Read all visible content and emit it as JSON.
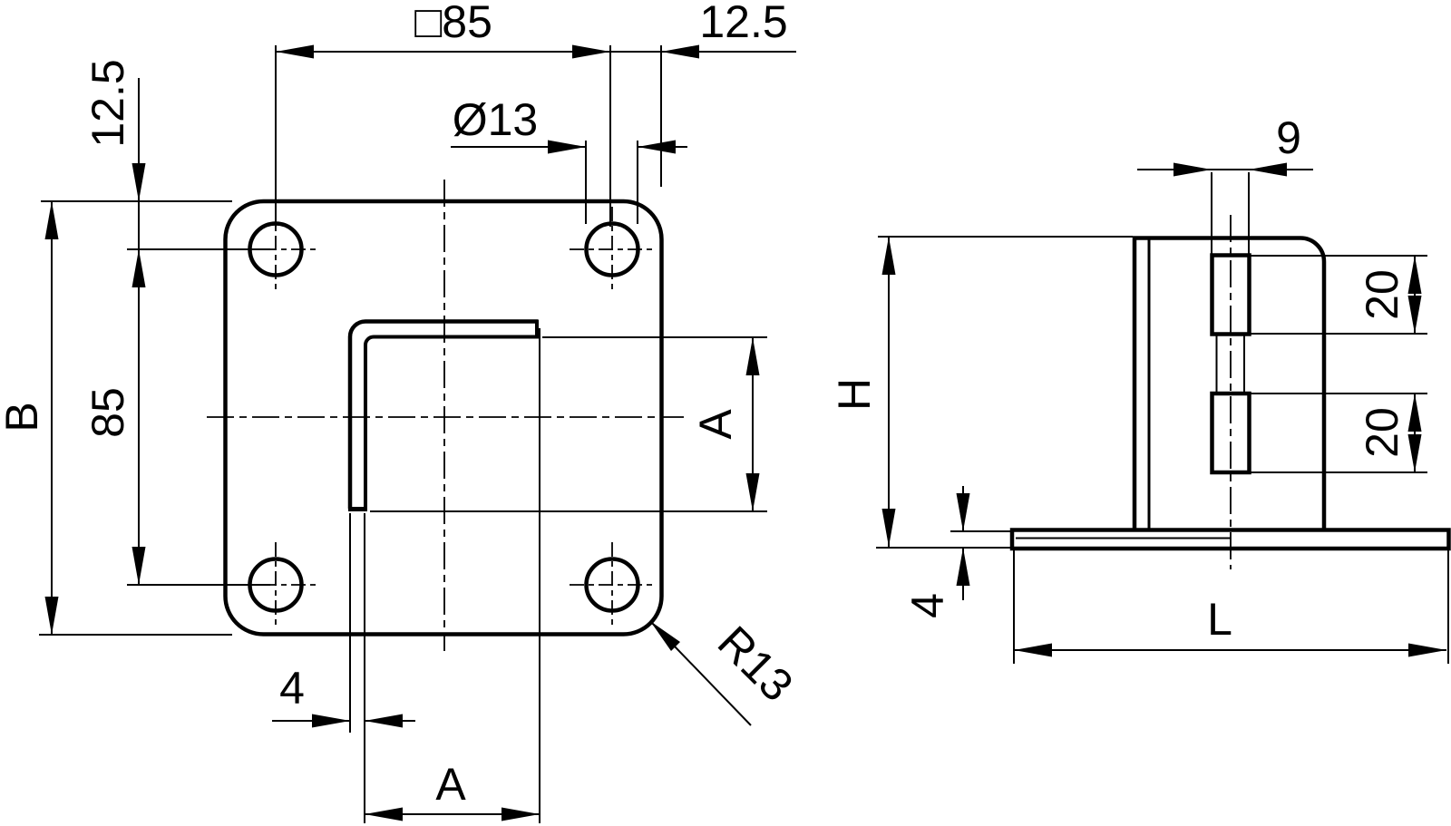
{
  "page": {
    "background_color": "#ffffff",
    "ink_color": "#000000",
    "type": "technical-dimension-drawing"
  },
  "front_view": {
    "name": "front-view",
    "dims": {
      "hole_pattern_square": "□85",
      "corner_offset_top": "12.5",
      "hole_diameter": "Ø13",
      "corner_offset_left": "12.5",
      "overall_size": "B",
      "hole_pitch_vertical": "85",
      "tab_depth": "A",
      "material_thickness": "4",
      "tab_width": "A",
      "corner_radius": "R13"
    }
  },
  "side_view": {
    "name": "side-view",
    "dims": {
      "tab_profile_width": "9",
      "upright_height": "H",
      "knuckle_upper": "20",
      "knuckle_lower": "20",
      "base_thickness": "4",
      "base_length": "L"
    }
  }
}
